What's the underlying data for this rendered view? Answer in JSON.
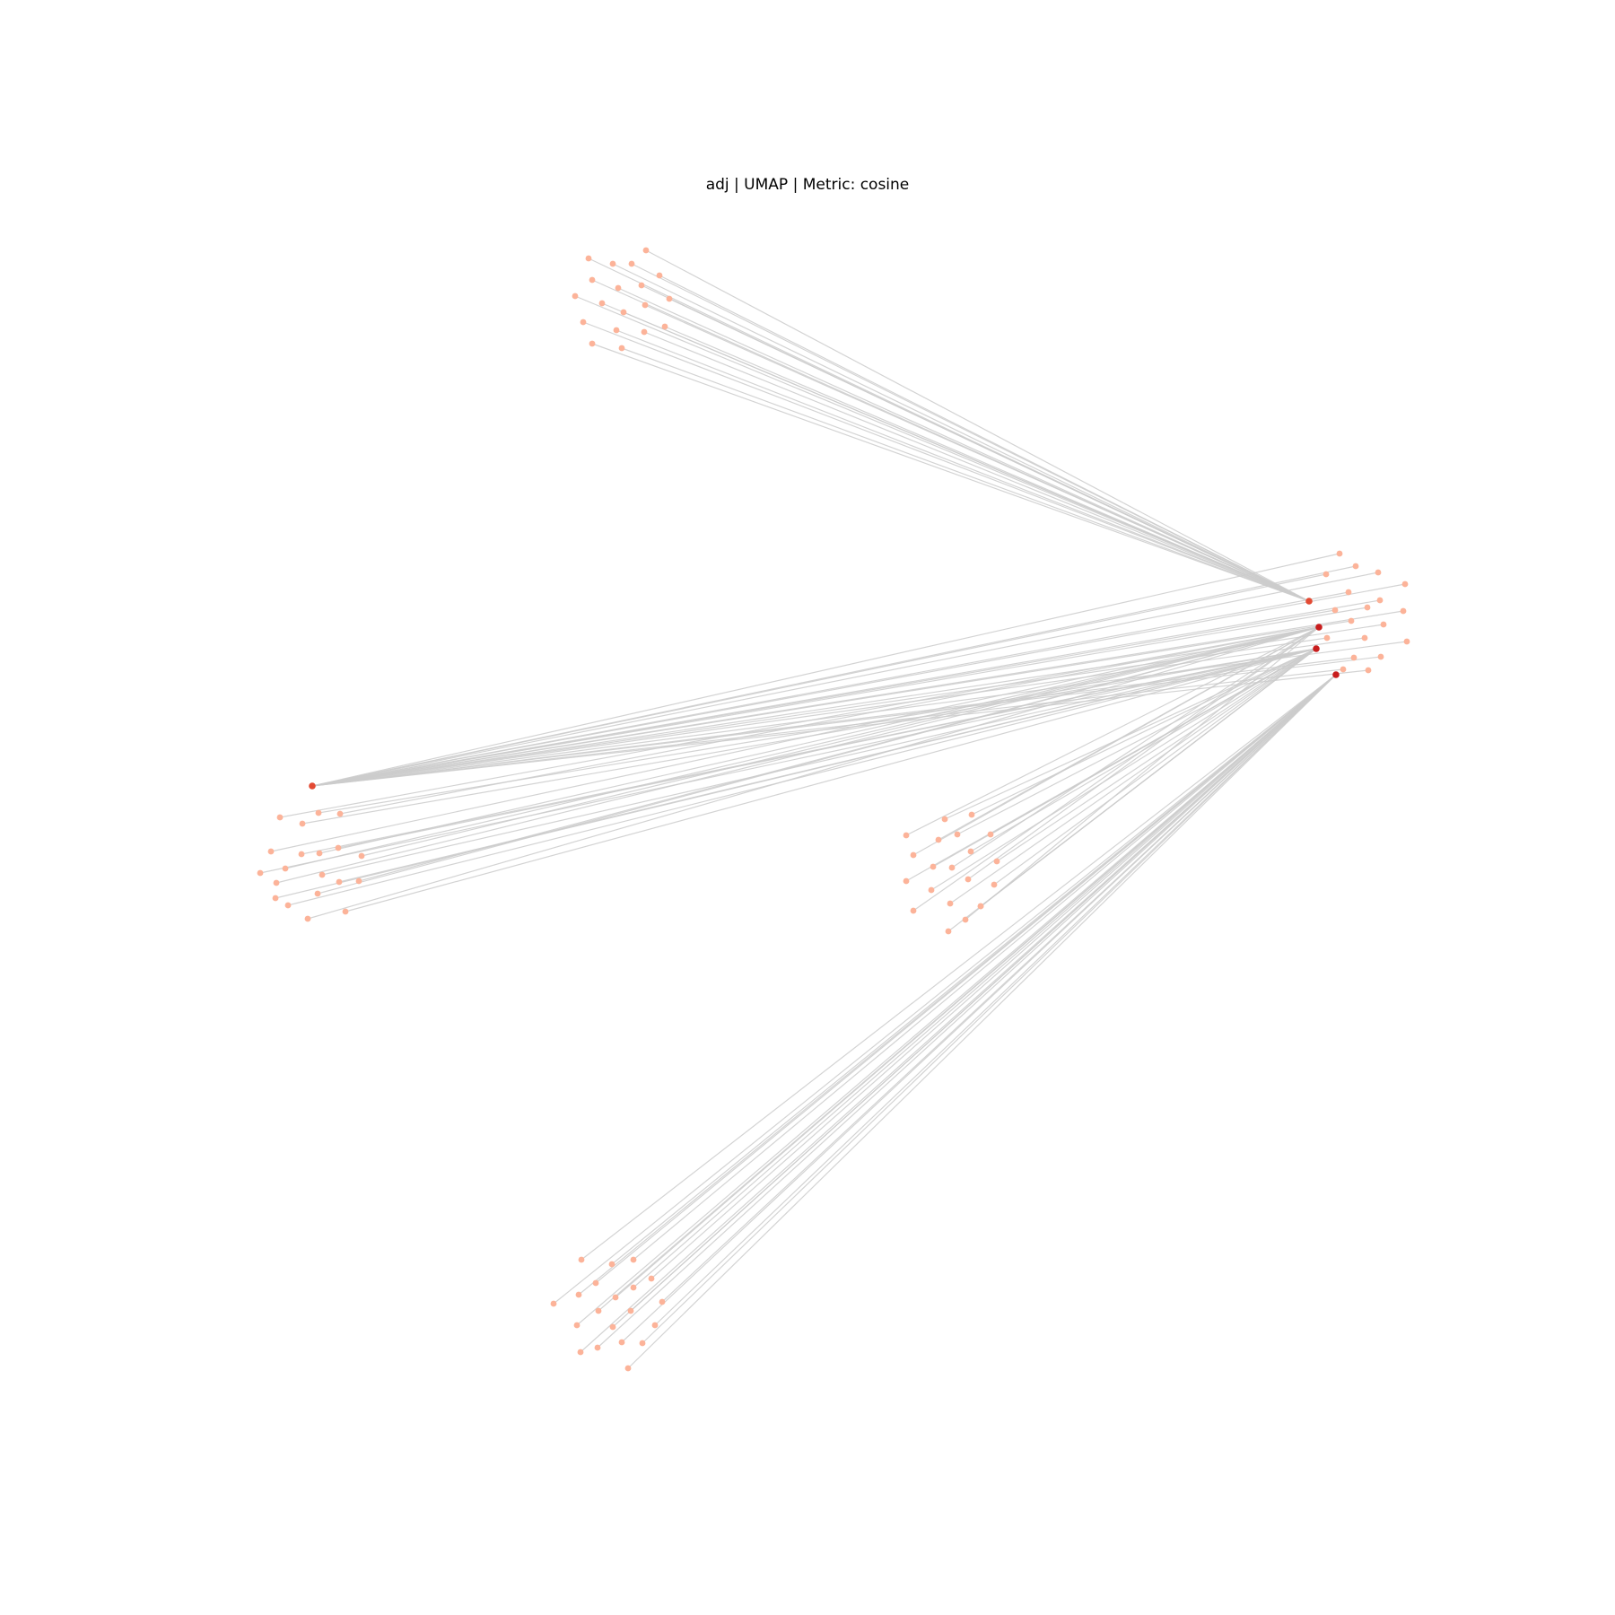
{
  "title": "adj | UMAP | Metric: cosine",
  "colors": {
    "edge": "#cccccc",
    "leaf_node": "#fcb399",
    "hub_node_dark": "#c81d1d",
    "hub_node_medium": "#e34a33",
    "background": "#ffffff"
  },
  "graph": {
    "type": "star-cluster network embedding",
    "hubs": [
      {
        "id": "hub-a",
        "color": "medium",
        "connects_cluster": "top"
      },
      {
        "id": "hub-b",
        "color": "dark",
        "connects_cluster": "right"
      },
      {
        "id": "hub-c",
        "color": "dark",
        "connects_cluster": "left-and-middle"
      },
      {
        "id": "hub-d",
        "color": "dark",
        "connects_cluster": "bottom"
      },
      {
        "id": "hub-e",
        "color": "medium",
        "connects_cluster": "right"
      }
    ],
    "clusters": [
      {
        "id": "top",
        "hub": "hub-a",
        "leaf_count": 19
      },
      {
        "id": "right",
        "hub": "hub-e",
        "leaf_count": 19
      },
      {
        "id": "left",
        "hub": "hub-b",
        "leaf_count": 19
      },
      {
        "id": "middle",
        "hub": "hub-c",
        "leaf_count": 19
      },
      {
        "id": "bottom",
        "hub": "hub-d",
        "leaf_count": 20
      }
    ]
  }
}
